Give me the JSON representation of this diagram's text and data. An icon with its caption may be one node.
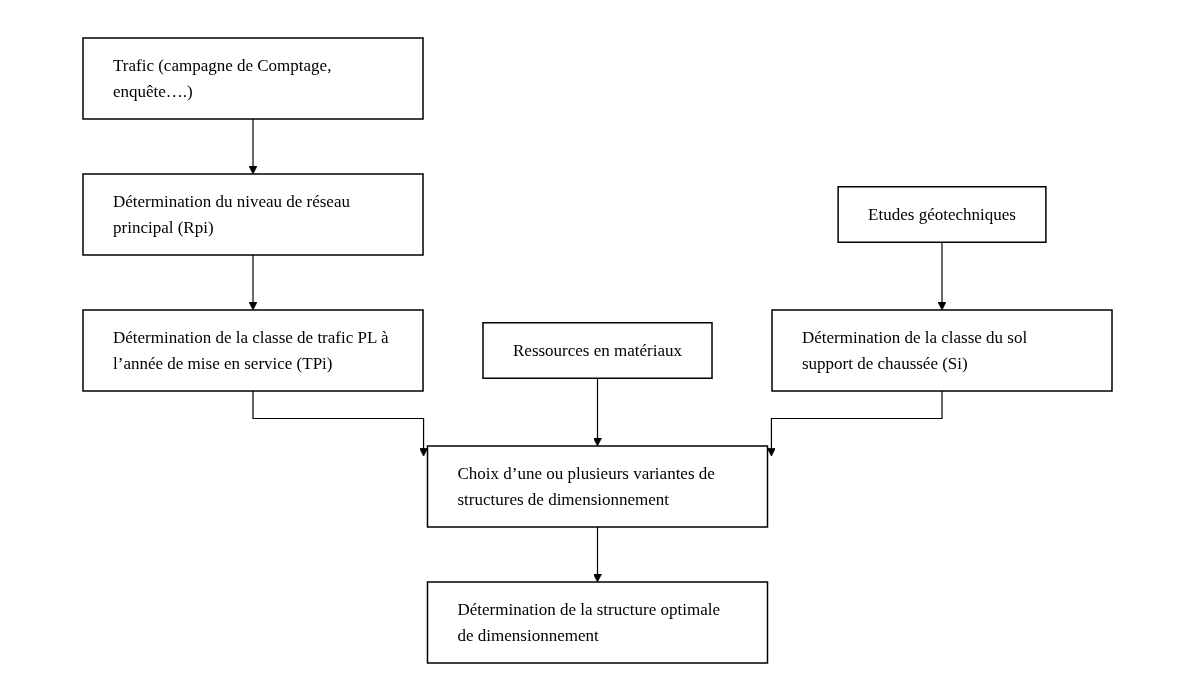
{
  "diagram": {
    "nodes": [
      {
        "text": [
          "Trafic (campagne de Comptage, enquête….)"
        ]
      },
      {
        "text": [
          "Ressources en matériaux"
        ]
      },
      {
        "text": [
          "Etudes géotechniques"
        ]
      },
      {
        "text": [
          "Détermination du niveau de réseau principal (Rpi)"
        ]
      },
      {
        "text": [
          "Détermination de la classe de trafic PL à l’année de mise en service (TPi)"
        ]
      },
      {
        "text": [
          "Détermination de la classe du sol support de chaussée (Si)"
        ]
      },
      {
        "text": [
          "Choix d’une ou plusieurs variantes de structures de dimensionnement"
        ]
      },
      {
        "text": [
          "Détermination de la structure optimale de dimensionnement"
        ]
      }
    ],
    "edges": [
      {
        "from": 0,
        "to": 3,
        "arrow": "to"
      },
      {
        "from": 3,
        "to": 4,
        "arrow": "to"
      },
      {
        "from": 4,
        "to": 6,
        "arrow": "to"
      },
      {
        "from": 1,
        "to": 6,
        "arrow": "to"
      },
      {
        "from": 2,
        "to": 5,
        "arrow": "to"
      },
      {
        "from": 5,
        "to": 6,
        "arrow": "to"
      },
      {
        "from": 6,
        "to": 7,
        "arrow": "to"
      }
    ]
  }
}
